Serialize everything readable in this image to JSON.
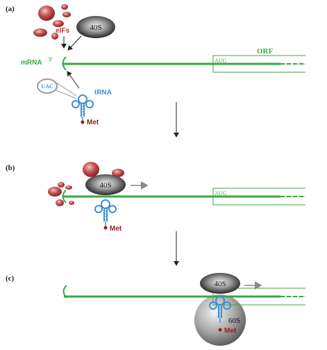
{
  "panels": {
    "a": {
      "label": "(a)",
      "eifs": "eIFs",
      "ribosome_40s": "40S",
      "mrna": "mRNA",
      "five_prime": "5′",
      "orf": "ORF",
      "aug": "AUG",
      "anticodon": "UAC",
      "trna": "tRNA",
      "met": "Met"
    },
    "b": {
      "label": "(b)",
      "ribosome_40s": "40S",
      "aug": "AUG",
      "met": "Met"
    },
    "c": {
      "label": "(c)",
      "ribosome_40s": "40S",
      "ribosome_60s": "60S",
      "met": "Met"
    }
  },
  "colors": {
    "mrna_green": "#3aa640",
    "eif_red": "#b23a3a",
    "trna_blue": "#3f8fd0",
    "met_dot": "#9b1c1c",
    "ribosome_dark": "#333333",
    "arrow_gray": "#888888"
  }
}
